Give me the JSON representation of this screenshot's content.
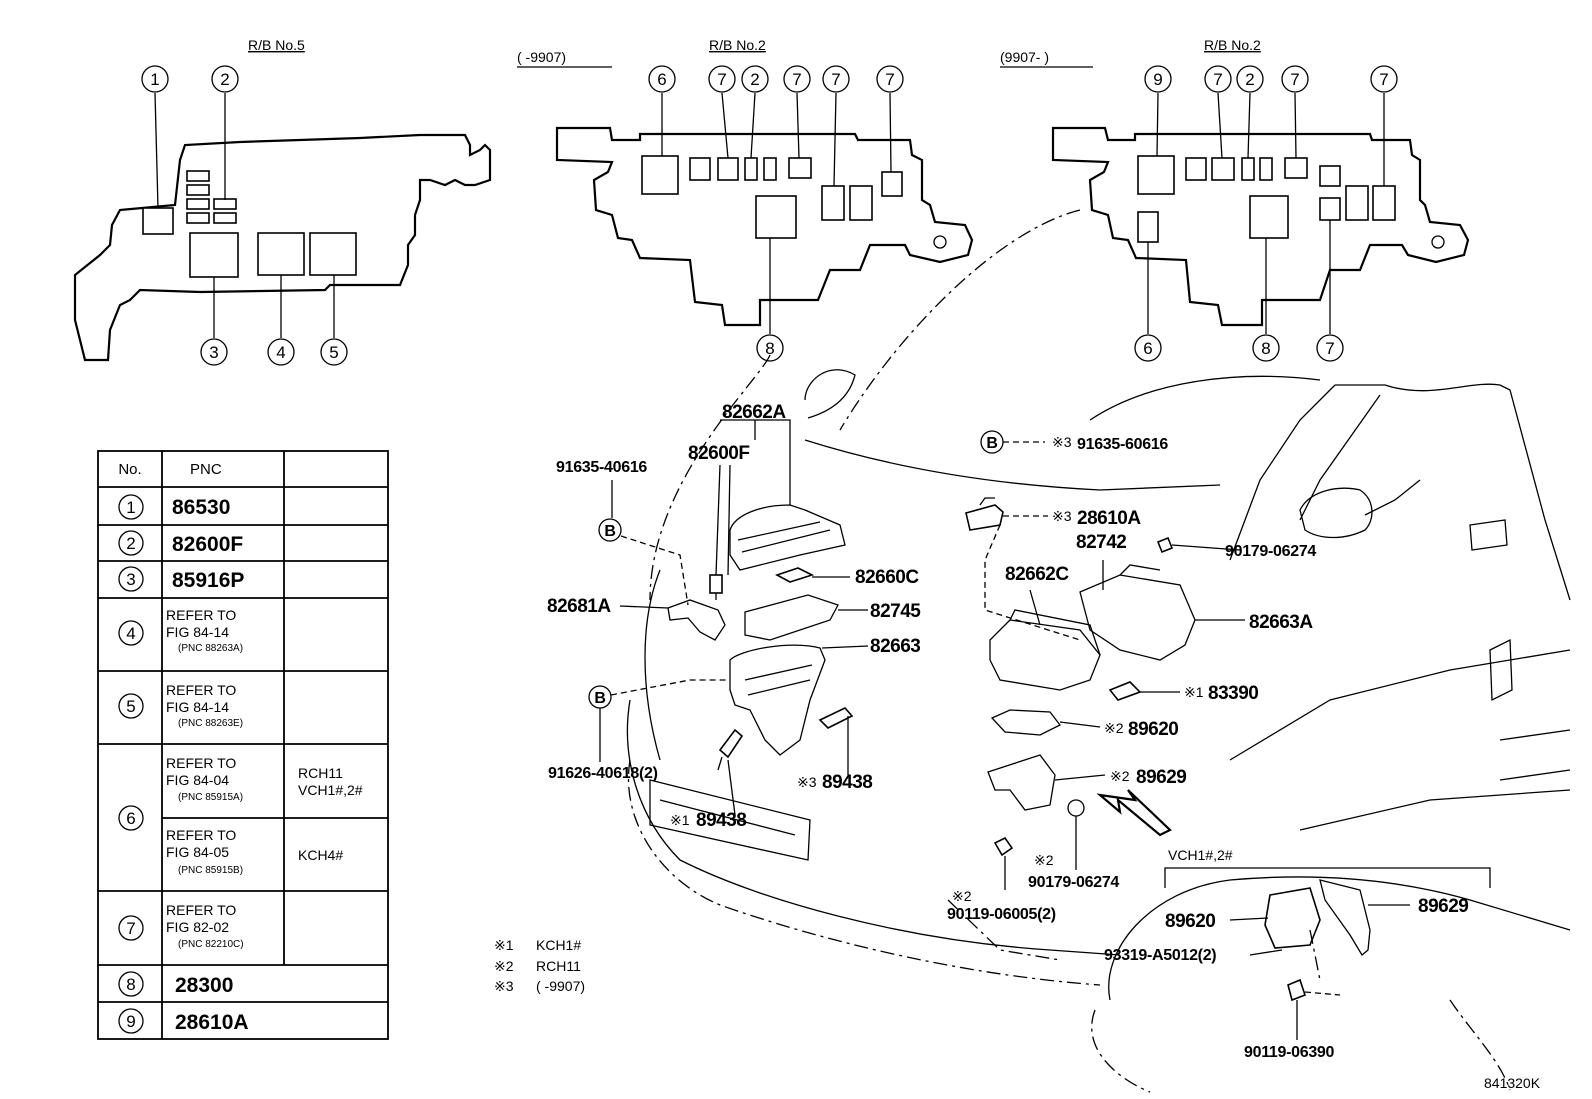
{
  "sections": {
    "rb5": "R/B No.5",
    "rb2_early": "R/B No.2",
    "rb2_late": "R/B No.2",
    "early_range": "(      -9907)",
    "late_range": "(9907-      )"
  },
  "callouts": {
    "rb5": [
      "1",
      "2",
      "3",
      "4",
      "5"
    ],
    "rb2_early_top": [
      "6",
      "7",
      "2",
      "7",
      "7",
      "7"
    ],
    "rb2_early_bottom": [
      "8"
    ],
    "rb2_late_top": [
      "9",
      "7",
      "2",
      "7",
      "7"
    ],
    "rb2_late_bottom": [
      "6",
      "8",
      "7"
    ]
  },
  "parts": {
    "p82662A": "82662A",
    "p82600F": "82600F",
    "p91635_40616": "91635-40616",
    "p82660C": "82660C",
    "p82681A": "82681A",
    "p82745": "82745",
    "p82663": "82663",
    "p91626": "91626-40618(2)",
    "p89438a": "89438",
    "p89438a_mark": "※3",
    "p89438b": "89438",
    "p89438b_mark": "※1",
    "p91635_60616": "91635-60616",
    "p91635_60616_mark": "※3",
    "p28610A": "28610A",
    "p28610A_mark": "※3",
    "p82742": "82742",
    "p90179_a": "90179-06274",
    "p82662C": "82662C",
    "p82663A": "82663A",
    "p83390": "83390",
    "p83390_mark": "※1",
    "p89620": "89620",
    "p89620_mark": "※2",
    "p89629": "89629",
    "p89629_mark": "※2",
    "p90179_b": "90179-06274",
    "p90179_b_mark": "※2",
    "p90119_a": "90119-06005(2)",
    "p90119_a_mark": "※2",
    "vch_label": "VCH1#,2#",
    "vch_89620": "89620",
    "vch_89629": "89629",
    "p93319": "93319-A5012(2)",
    "p90119_b": "90119-06390",
    "bolt_b": "B"
  },
  "table": {
    "headers": {
      "no": "No.",
      "pnc": "PNC"
    },
    "rows": [
      {
        "no": "1",
        "pnc": "86530"
      },
      {
        "no": "2",
        "pnc": "82600F"
      },
      {
        "no": "3",
        "pnc": "85916P"
      },
      {
        "no": "4",
        "ref1": "REFER TO",
        "ref2": "FIG 84-14",
        "ref3": "(PNC 88263A)"
      },
      {
        "no": "5",
        "ref1": "REFER TO",
        "ref2": "FIG 84-14",
        "ref3": "(PNC 88263E)"
      },
      {
        "no": "6",
        "ref1": "REFER TO",
        "ref2": "FIG 84-04",
        "ref3": "(PNC 85915A)",
        "model1": "RCH11",
        "model2": "VCH1#,2#",
        "ref1b": "REFER TO",
        "ref2b": "FIG 84-05",
        "ref3b": "(PNC 85915B)",
        "model3": "KCH4#"
      },
      {
        "no": "7",
        "ref1": "REFER TO",
        "ref2": "FIG 82-02",
        "ref3": "(PNC 82210C)"
      },
      {
        "no": "8",
        "pnc": "28300"
      },
      {
        "no": "9",
        "pnc": "28610A"
      }
    ]
  },
  "notes": [
    {
      "mark": "※1",
      "text": "KCH1#"
    },
    {
      "mark": "※2",
      "text": "RCH11"
    },
    {
      "mark": "※3",
      "text": "(      -9907)"
    }
  ],
  "figure_id": "841320K"
}
